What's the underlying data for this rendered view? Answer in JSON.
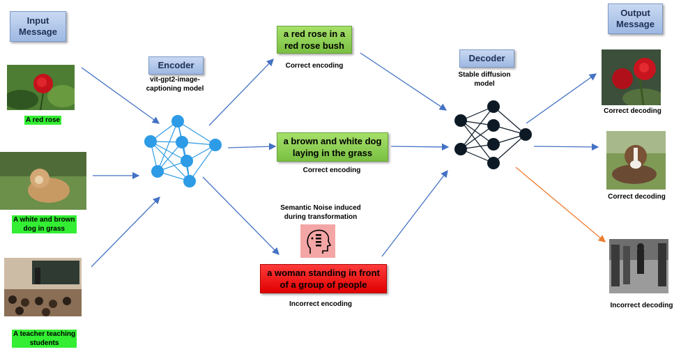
{
  "headers": {
    "input": "Input\nMessage",
    "output": "Output\nMessage",
    "encoder": "Encoder",
    "decoder": "Decoder"
  },
  "encoder_model": "vit-gpt2-image-\ncaptioning model",
  "decoder_model": "Stable diffusion\nmodel",
  "inputs": [
    {
      "label": "A red rose",
      "image": "red-rose-photo"
    },
    {
      "label": "A white and brown\ndog in grass",
      "image": "dog-in-grass-photo"
    },
    {
      "label": "A teacher teaching\nstudents",
      "image": "classroom-photo"
    }
  ],
  "encodings": [
    {
      "text": "a red rose in a\nred rose bush",
      "status": "Correct encoding",
      "color": "#7ac043"
    },
    {
      "text": "a brown and white dog\nlaying in the grass",
      "status": "Correct encoding",
      "color": "#7ac043"
    },
    {
      "text": "a woman standing in front\nof a group of people",
      "status": "Incorrect encoding",
      "color": "#ff0000"
    }
  ],
  "noise_label": "Semantic Noise induced\nduring transformation",
  "noise_icon": "head-with-noise-icon",
  "outputs": [
    {
      "label": "Correct decoding",
      "image": "decoded-rose-photo"
    },
    {
      "label": "Correct decoding",
      "image": "decoded-dog-photo"
    },
    {
      "label": "Incorrect decoding",
      "image": "decoded-people-photo"
    }
  ],
  "colors": {
    "arrow": "#4472c4",
    "error_arrow": "#ed7d31",
    "encoder_node": "#2e9be6",
    "decoder_node": "#0d1a26",
    "highlight": "#33ee33"
  }
}
